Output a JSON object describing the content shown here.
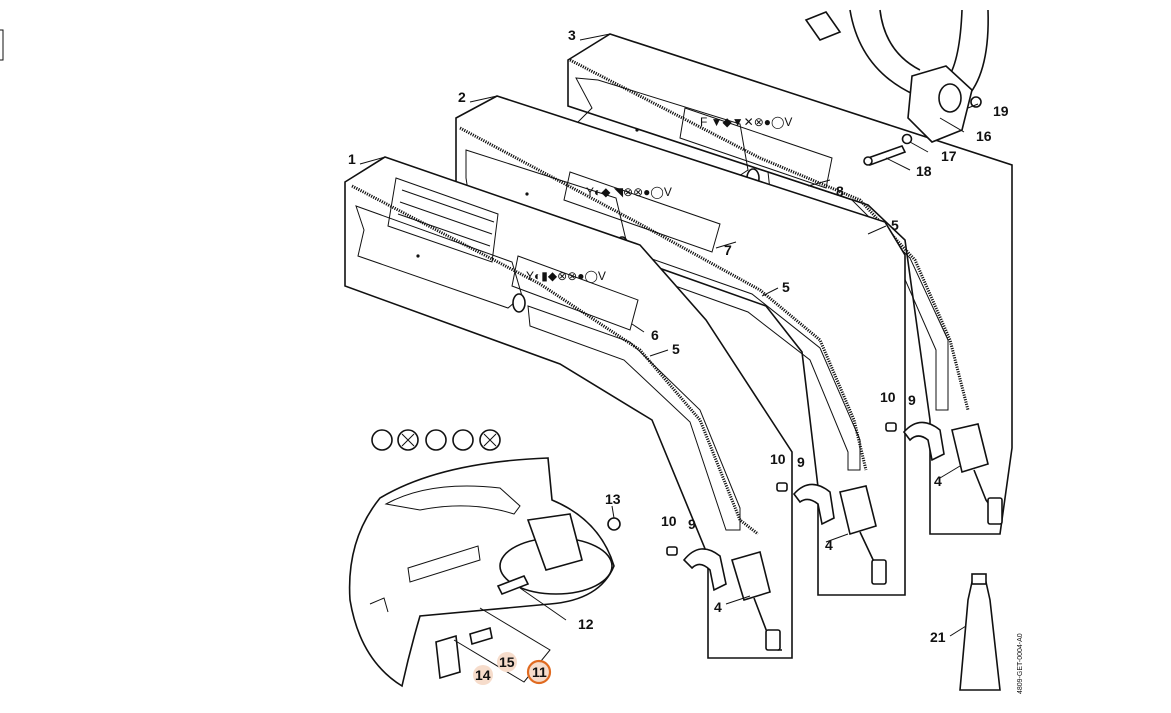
{
  "diagram": {
    "parts": [
      {
        "id": "p1",
        "number": "1"
      },
      {
        "id": "p2",
        "number": "2"
      },
      {
        "id": "p3",
        "number": "3"
      },
      {
        "id": "p4a",
        "number": "4"
      },
      {
        "id": "p4b",
        "number": "4"
      },
      {
        "id": "p4c",
        "number": "4"
      },
      {
        "id": "p5a",
        "number": "5"
      },
      {
        "id": "p5b",
        "number": "5"
      },
      {
        "id": "p5c",
        "number": "5"
      },
      {
        "id": "p6",
        "number": "6"
      },
      {
        "id": "p7",
        "number": "7"
      },
      {
        "id": "p8",
        "number": "8"
      },
      {
        "id": "p9a",
        "number": "9"
      },
      {
        "id": "p9b",
        "number": "9"
      },
      {
        "id": "p9c",
        "number": "9"
      },
      {
        "id": "p10a",
        "number": "10"
      },
      {
        "id": "p10b",
        "number": "10"
      },
      {
        "id": "p10c",
        "number": "10"
      },
      {
        "id": "p11",
        "number": "11",
        "highlight": "selected"
      },
      {
        "id": "p12",
        "number": "12"
      },
      {
        "id": "p13",
        "number": "13"
      },
      {
        "id": "p14",
        "number": "14",
        "highlight": "hover"
      },
      {
        "id": "p15",
        "number": "15",
        "highlight": "hover"
      },
      {
        "id": "p16",
        "number": "16"
      },
      {
        "id": "p17",
        "number": "17"
      },
      {
        "id": "p18",
        "number": "18"
      },
      {
        "id": "p19",
        "number": "19"
      },
      {
        "id": "p21",
        "number": "21"
      }
    ],
    "drawing_code": "4809-GET-0004-A0",
    "colors": {
      "line": "#111111",
      "highlight_fill": "#f6dccb",
      "highlight_ring": "#e06a20"
    }
  }
}
